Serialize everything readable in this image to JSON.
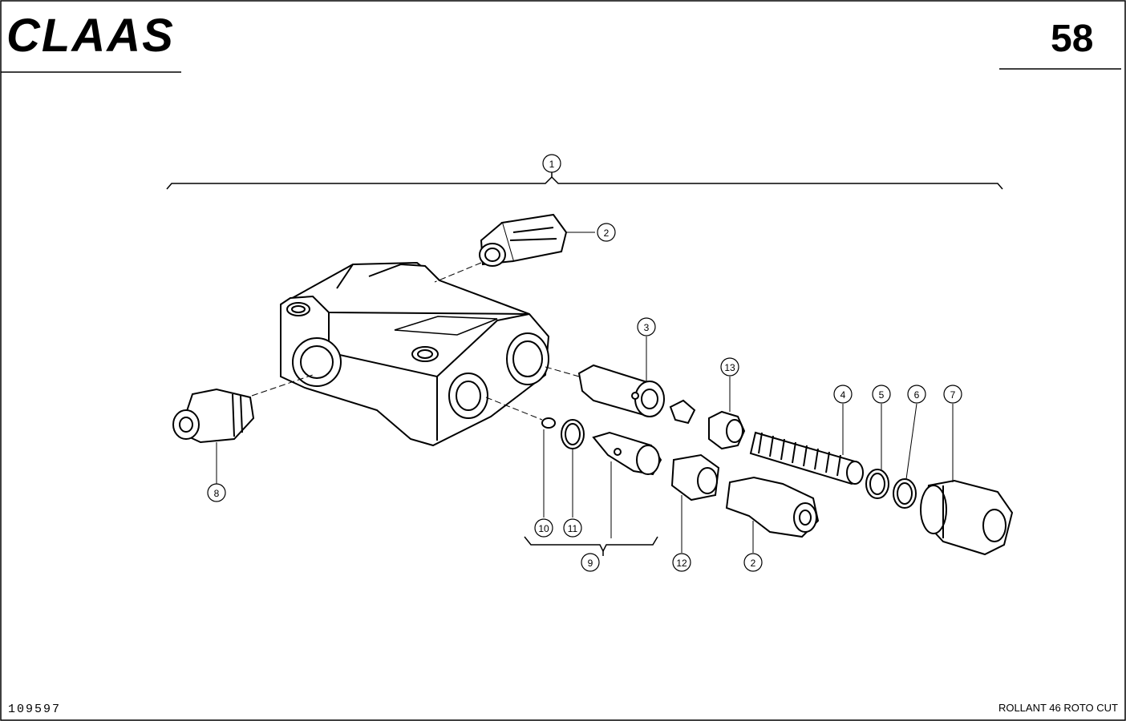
{
  "header": {
    "brand": "CLAAS",
    "page_number": "58"
  },
  "callouts": {
    "c1": "1",
    "c2a": "2",
    "c2b": "2",
    "c3": "3",
    "c4": "4",
    "c5": "5",
    "c6": "6",
    "c7": "7",
    "c8": "8",
    "c9": "9",
    "c10": "10",
    "c11": "11",
    "c12": "12",
    "c13": "13"
  },
  "footer": {
    "drawing_number": "109597",
    "model": "ROLLANT 46 ROTO CUT"
  },
  "colors": {
    "ink": "#000000",
    "paper": "#ffffff"
  }
}
